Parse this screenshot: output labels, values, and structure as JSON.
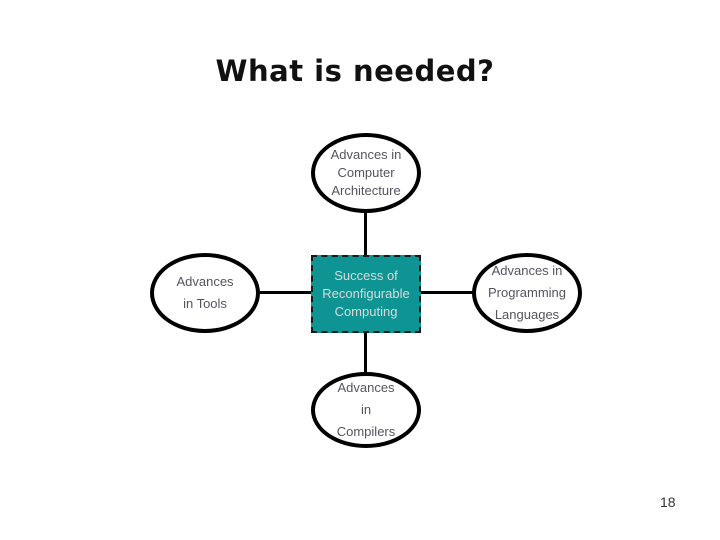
{
  "slide": {
    "title": "What is needed?",
    "page_number": "18"
  },
  "colors": {
    "background": "#ffffff",
    "title_color": "#111111",
    "node_border": "#000000",
    "node_text": "#54545e",
    "center_box_fill": "#0f9494",
    "center_box_text": "#d9d9d9"
  },
  "diagram": {
    "center_box": {
      "lines": [
        "Success of",
        "Reconfigurable",
        "Computing"
      ]
    },
    "top_ellipse": {
      "lines": [
        "Advances in",
        "Computer",
        "Architecture"
      ]
    },
    "left_ellipse": {
      "lines": [
        "Advances",
        "in Tools"
      ]
    },
    "right_ellipse": {
      "lines": [
        "Advances in",
        "Programming",
        "Languages"
      ]
    },
    "bottom_ellipse": {
      "lines": [
        "Advances",
        "in",
        "Compilers"
      ]
    }
  }
}
